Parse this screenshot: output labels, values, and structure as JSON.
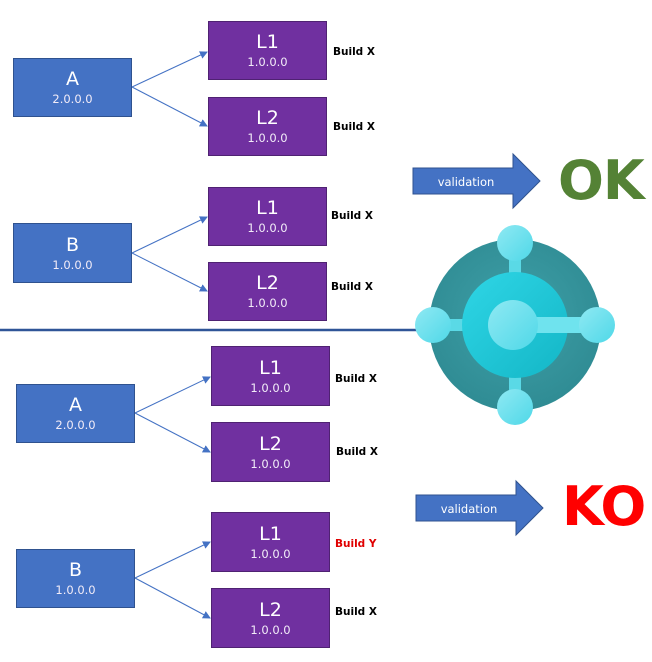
{
  "colors": {
    "app_box": "#4472c4",
    "lib_box": "#7030a0",
    "connector": "#4472c4",
    "divider": "#2f5597",
    "ok": "#548235",
    "ko": "#ff0000",
    "build_default": "#000000",
    "build_mismatch": "#e00000"
  },
  "scenarios": [
    {
      "id": "top",
      "apps": [
        {
          "name": "A",
          "version": "2.0.0.0",
          "libs": [
            {
              "name": "L1",
              "version": "1.0.0.0",
              "build": "Build X",
              "mismatch": false
            },
            {
              "name": "L2",
              "version": "1.0.0.0",
              "build": "Build X",
              "mismatch": false
            }
          ]
        },
        {
          "name": "B",
          "version": "1.0.0.0",
          "libs": [
            {
              "name": "L1",
              "version": "1.0.0.0",
              "build": "Build X",
              "mismatch": false
            },
            {
              "name": "L2",
              "version": "1.0.0.0",
              "build": "Build X",
              "mismatch": false
            }
          ]
        }
      ],
      "validation_label": "validation",
      "result": "OK"
    },
    {
      "id": "bottom",
      "apps": [
        {
          "name": "A",
          "version": "2.0.0.0",
          "libs": [
            {
              "name": "L1",
              "version": "1.0.0.0",
              "build": "Build X",
              "mismatch": false
            },
            {
              "name": "L2",
              "version": "1.0.0.0",
              "build": "Build X",
              "mismatch": false
            }
          ]
        },
        {
          "name": "B",
          "version": "1.0.0.0",
          "libs": [
            {
              "name": "L1",
              "version": "1.0.0.0",
              "build": "Build Y",
              "mismatch": true
            },
            {
              "name": "L2",
              "version": "1.0.0.0",
              "build": "Build X",
              "mismatch": false
            }
          ]
        }
      ],
      "validation_label": "validation",
      "result": "KO"
    }
  ],
  "logo": {
    "icon": "business-central-logo-icon"
  }
}
